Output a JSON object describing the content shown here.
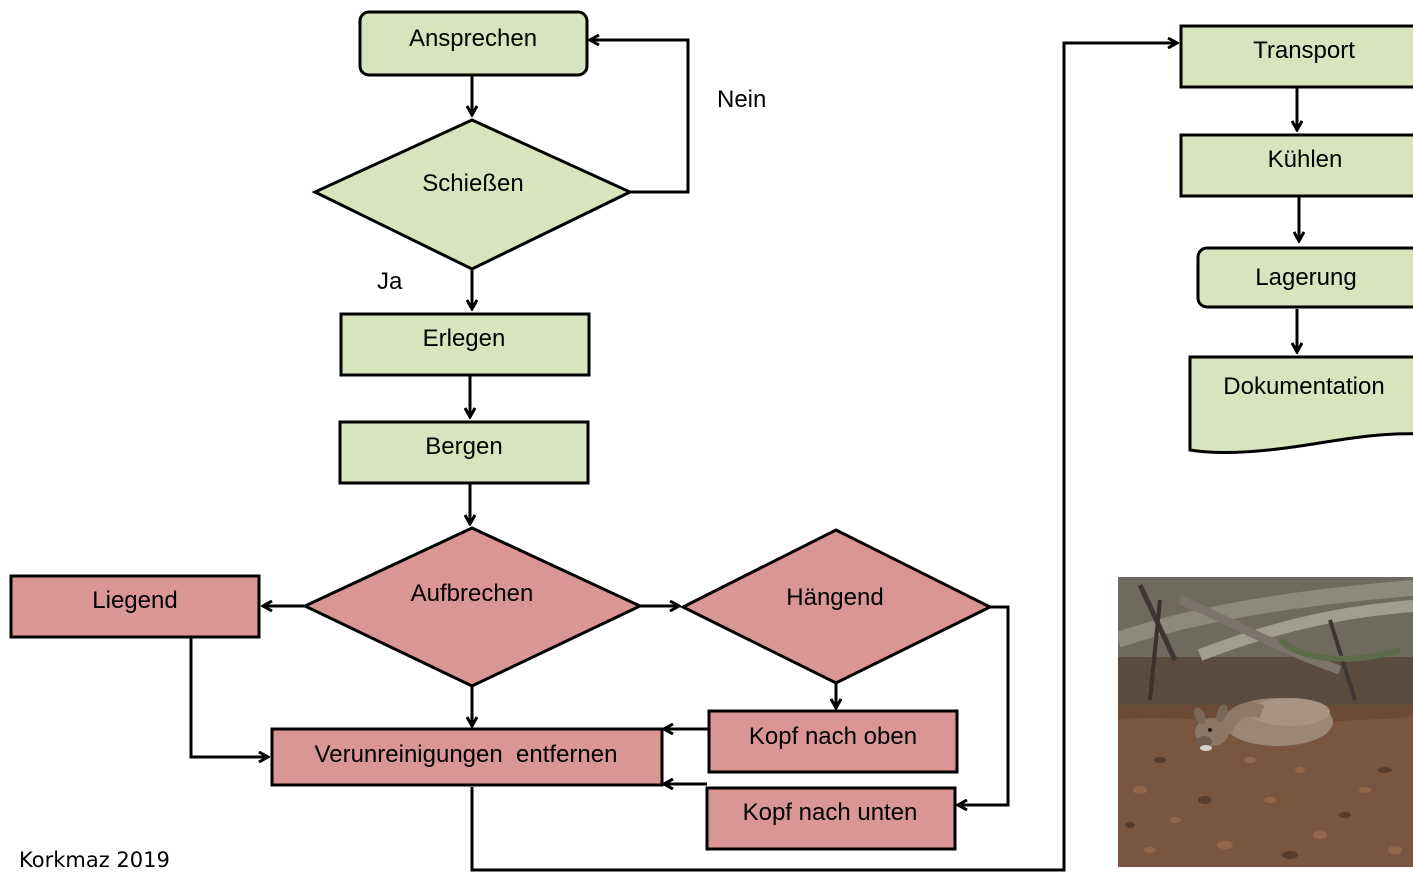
{
  "nodes": {
    "ansprechen": "Ansprechen",
    "schiessen": "Schießen",
    "erlegen": "Erlegen",
    "bergen": "Bergen",
    "aufbrechen": "Aufbrechen",
    "liegend": "Liegend",
    "haengend": "Hängend",
    "kopf_oben": "Kopf nach oben",
    "kopf_unten": "Kopf nach unten",
    "verunreinigungen": "Verunreinigungen  entfernen",
    "transport": "Transport",
    "kuehlen": "Kühlen",
    "lagerung": "Lagerung",
    "dokumentation": "Dokumentation"
  },
  "edge_labels": {
    "nein": "Nein",
    "ja": "Ja"
  },
  "credit": "Korkmaz 2019",
  "colors": {
    "green_fill": "#d7e4bd",
    "red_fill": "#d99694",
    "stroke": "#000000"
  }
}
